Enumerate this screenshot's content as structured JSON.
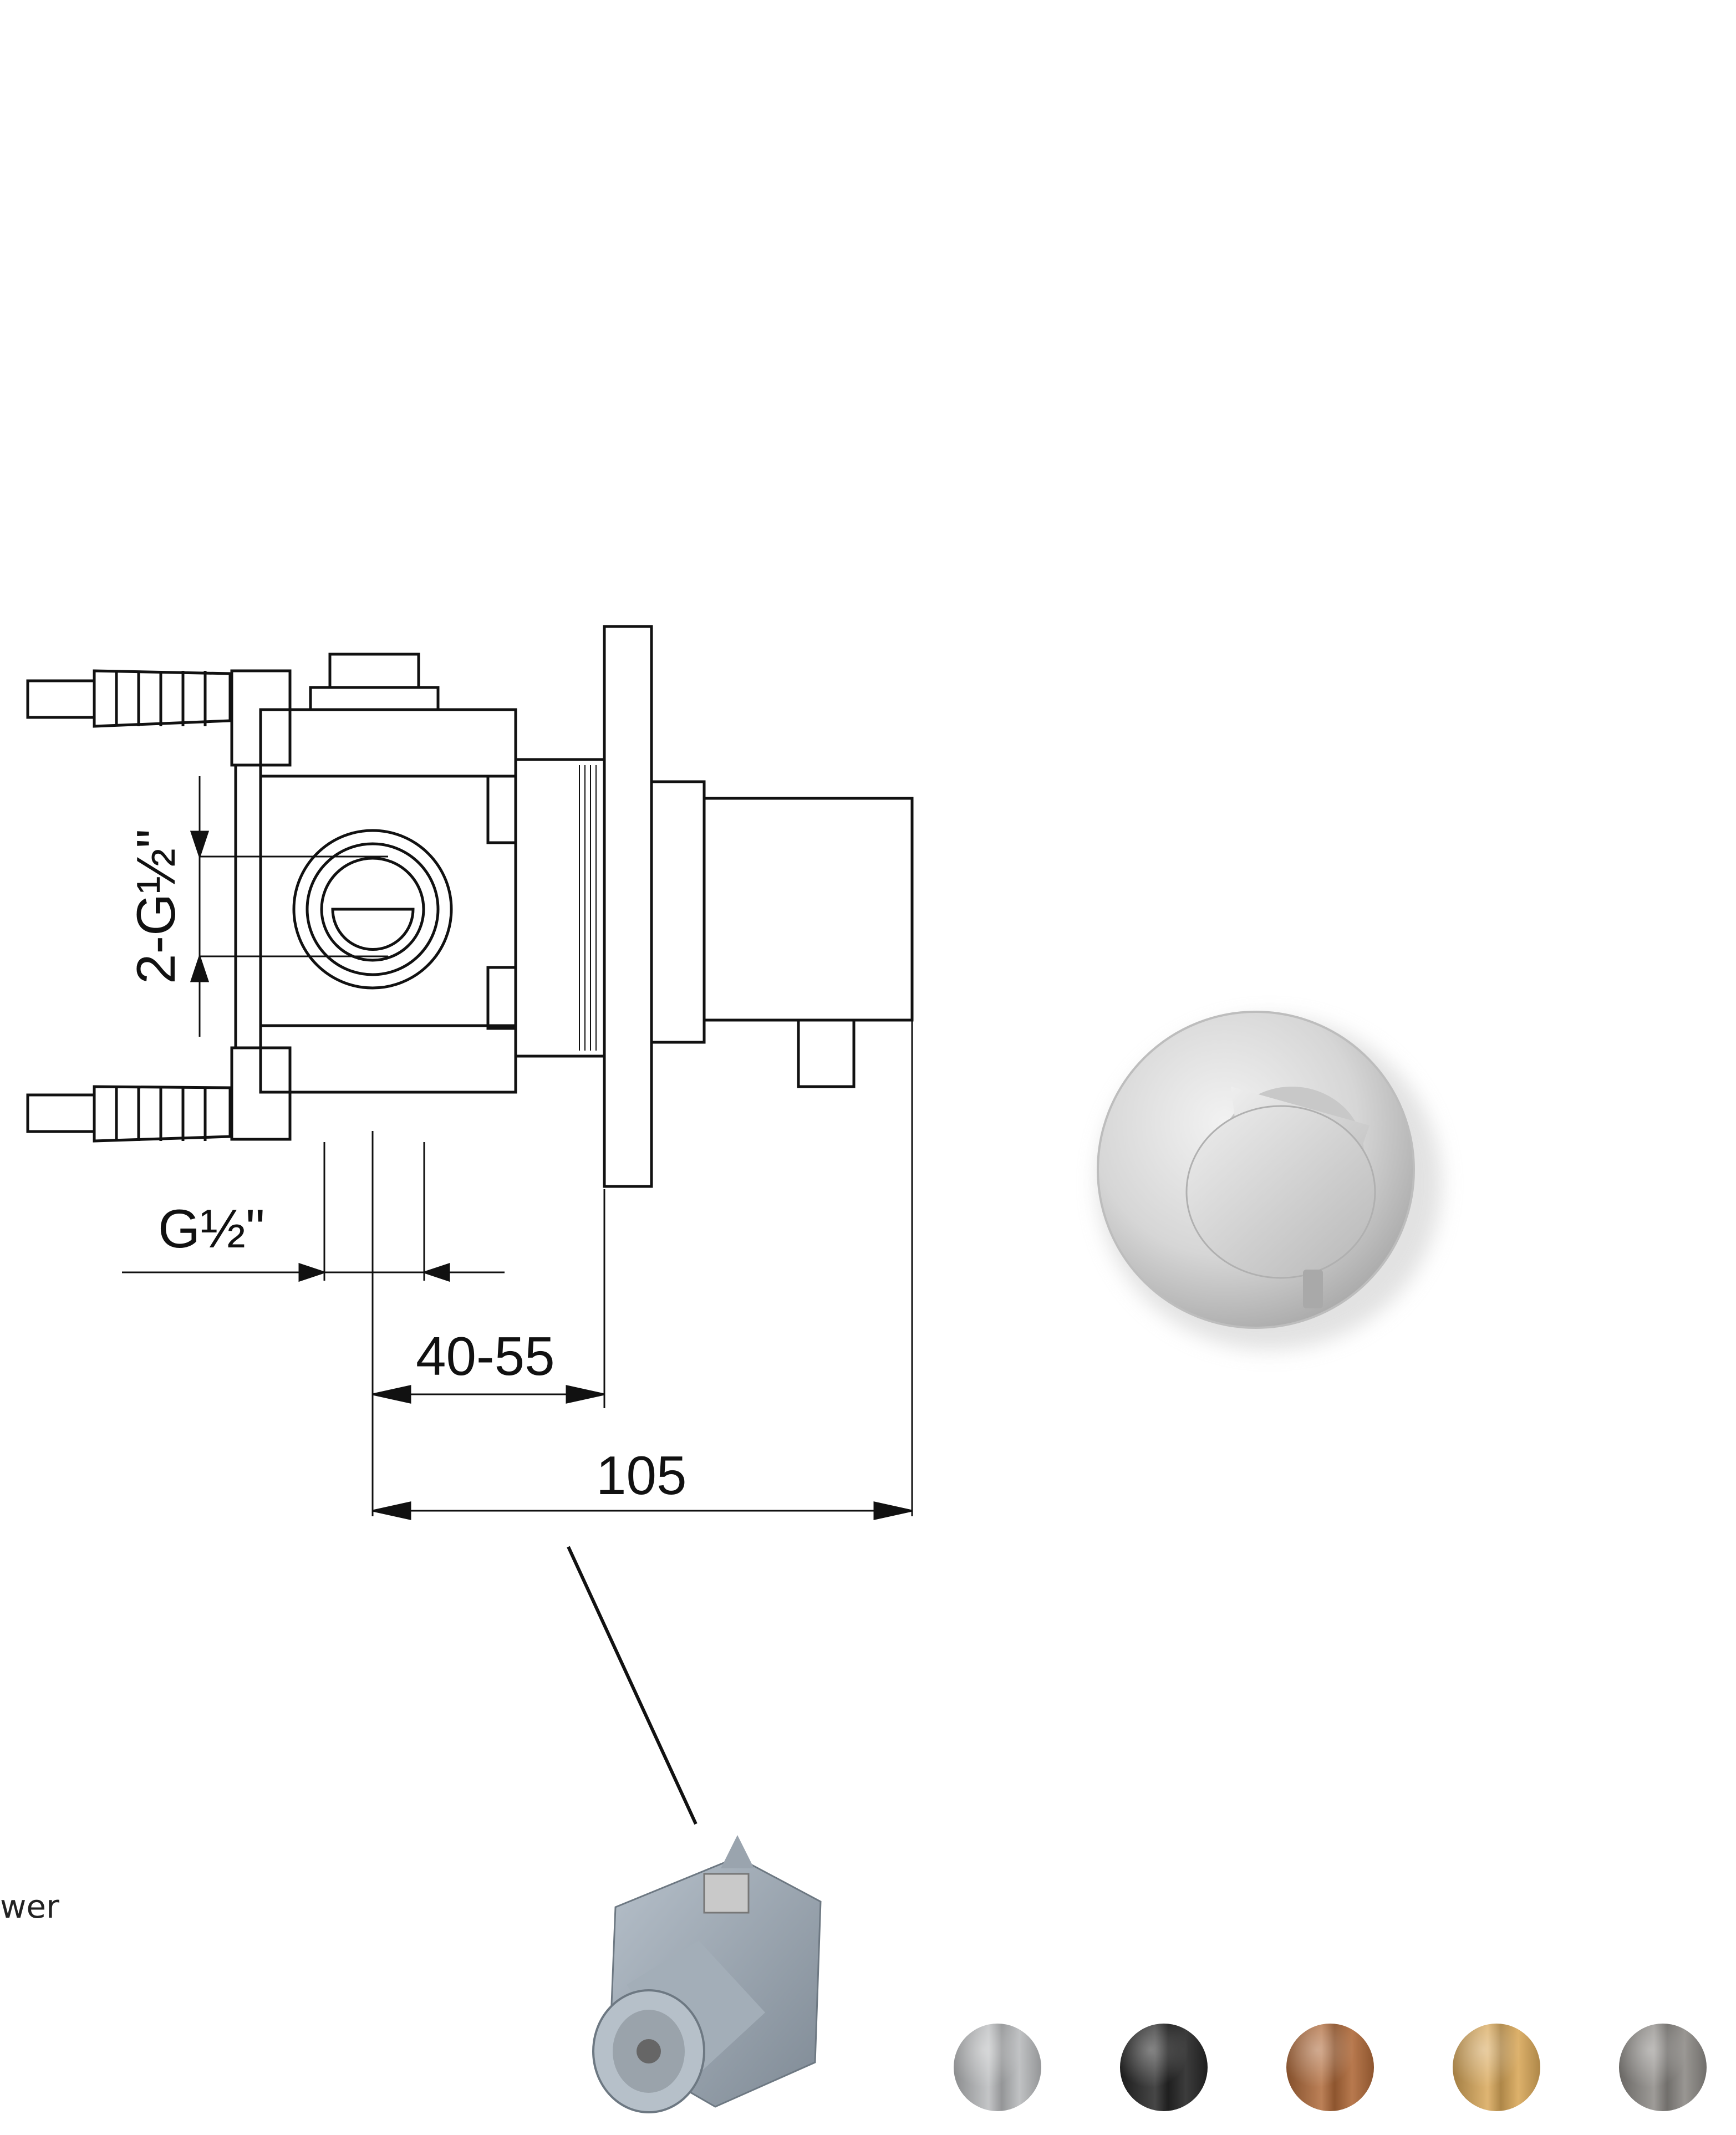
{
  "dimensions": {
    "connection_pair": "2-G½\"",
    "connection": "G½\"",
    "depth_range": "40-55",
    "total_depth": "105"
  },
  "side_text": "wer",
  "finishes": [
    {
      "name": "brushed-steel",
      "color": "#b9bbbd"
    },
    {
      "name": "black",
      "color": "#262626"
    },
    {
      "name": "copper",
      "color": "#b06a3a"
    },
    {
      "name": "brass",
      "color": "#d9a85a"
    },
    {
      "name": "gunmetal",
      "color": "#8d8a86"
    }
  ]
}
